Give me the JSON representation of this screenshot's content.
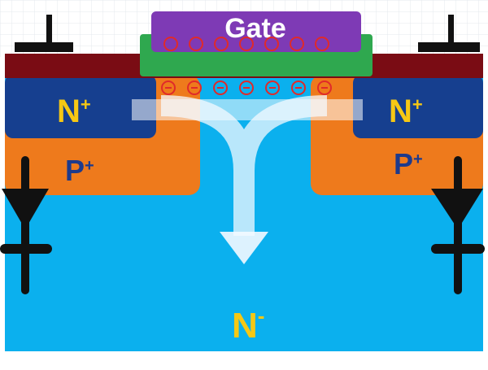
{
  "labels": {
    "gate": "Gate",
    "n_plus_left": "N",
    "n_plus_left_sup": "+",
    "n_plus_right": "N",
    "n_plus_right_sup": "+",
    "p_plus_left": "P",
    "p_plus_left_sup": "+",
    "p_plus_right": "P",
    "p_plus_right_sup": "+",
    "n_minus": "N",
    "n_minus_sup": "-",
    "electron_symbol": "⊖"
  },
  "colors": {
    "n_minus_substrate": "#0BB0EE",
    "p_plus_region": "#EE7A1C",
    "n_plus_region": "#163F8F",
    "metal_contact": "#7A0C14",
    "gate_oxide": "#2FA84F",
    "gate": "#7E3AB5",
    "label_yellow": "#F6C814",
    "label_navy": "#1D3A8C",
    "electron_red": "#E02A2A",
    "diode_black": "#111111",
    "current_arrow": "#F4FAFF"
  },
  "counts": {
    "gate_charges": 7,
    "channel_electrons": 7
  }
}
